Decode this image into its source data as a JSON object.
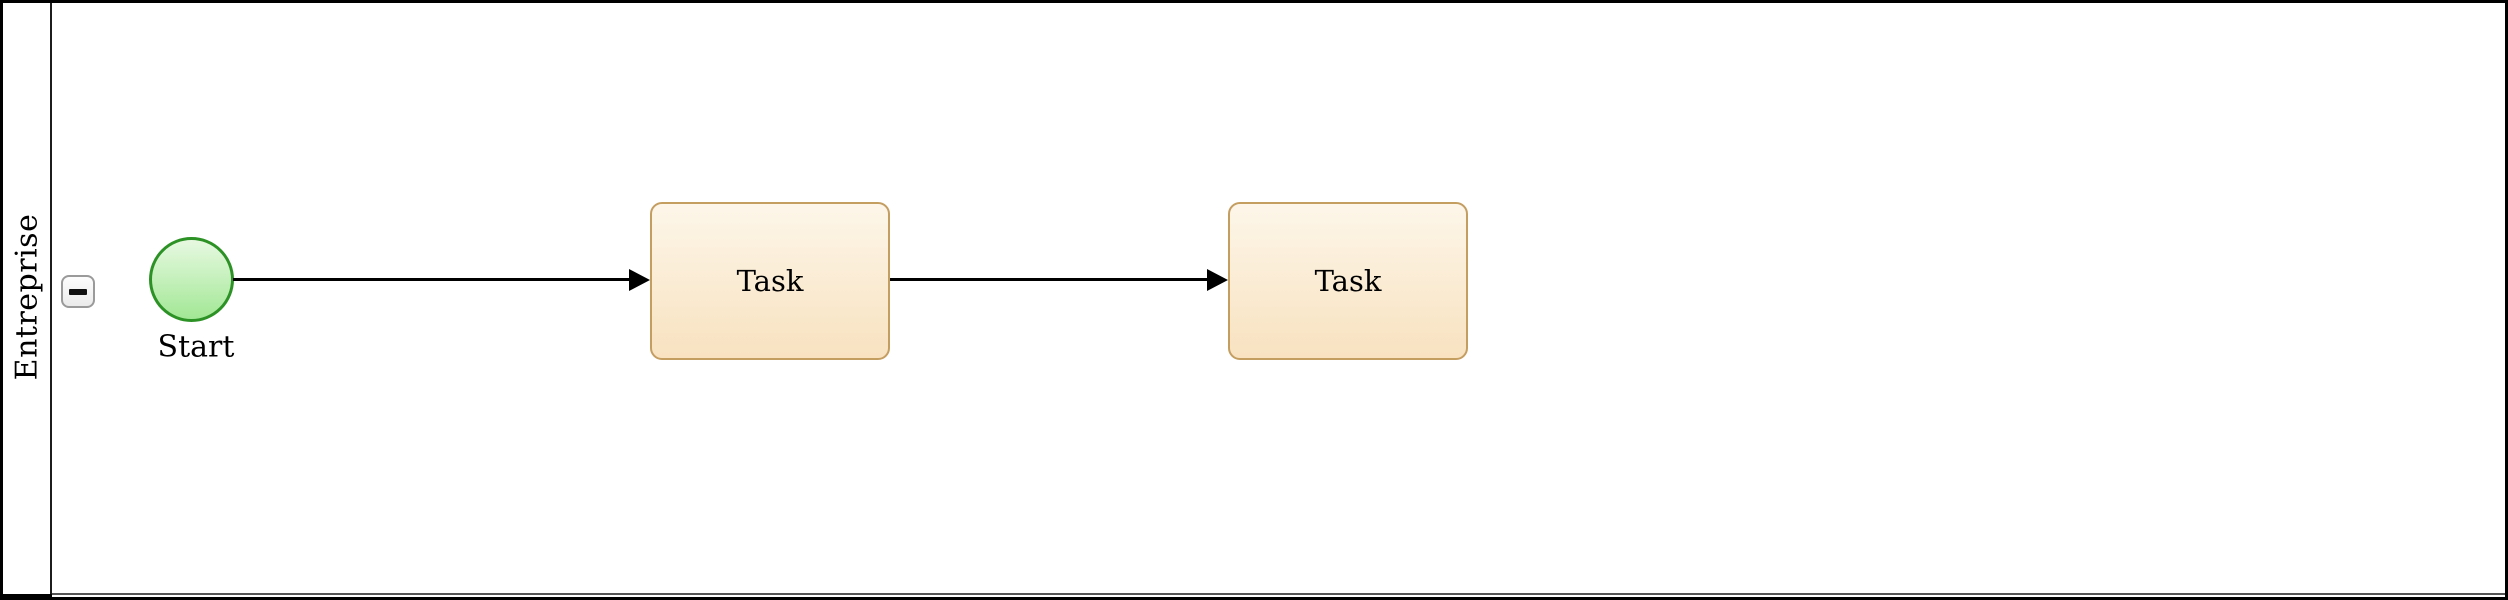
{
  "diagram": {
    "type": "bpmn-process",
    "pool": {
      "label": "Entreprise",
      "collapse_icon": "minus"
    },
    "nodes": [
      {
        "id": "start-event",
        "type": "start-event",
        "label": "Start"
      },
      {
        "id": "task-1",
        "type": "task",
        "label": "Task"
      },
      {
        "id": "task-2",
        "type": "task",
        "label": "Task"
      }
    ],
    "edges": [
      {
        "from": "start-event",
        "to": "task-1"
      },
      {
        "from": "task-1",
        "to": "task-2"
      }
    ],
    "colors": {
      "event_stroke": "#2d9226",
      "event_fill_top": "#e7f9e1",
      "event_fill_bottom": "#a2e795",
      "task_stroke": "#c49d61",
      "task_fill_top": "#fdf6e9",
      "task_fill_bottom": "#f8e2c0",
      "edge": "#000000",
      "pool_border": "#000000",
      "lane_line": "#555555"
    }
  }
}
